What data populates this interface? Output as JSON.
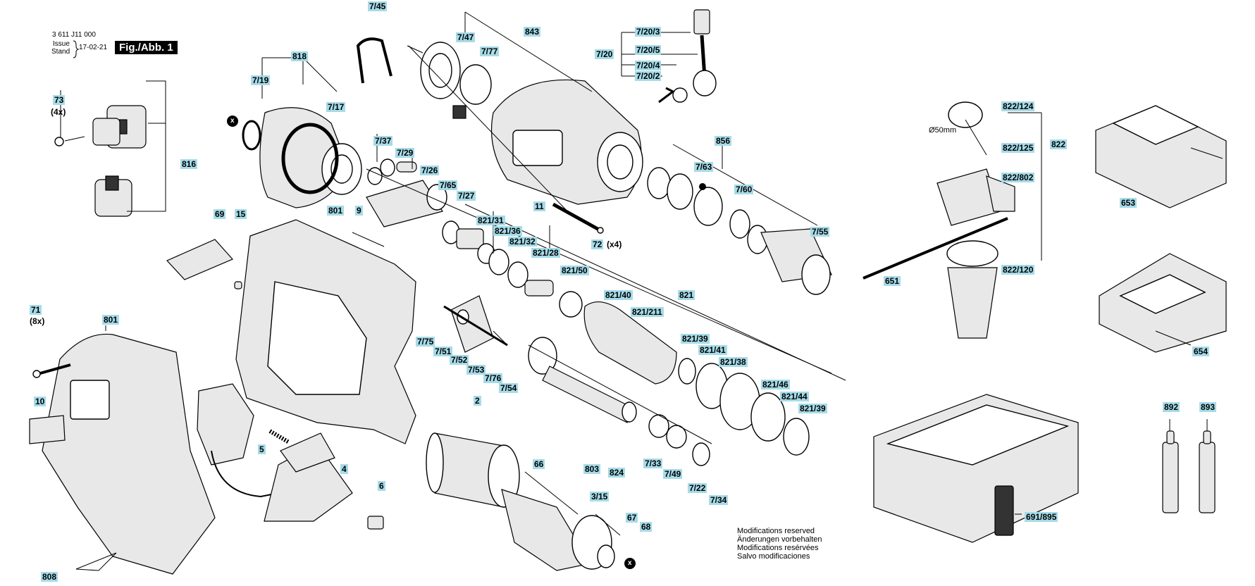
{
  "header": {
    "doc_number": "3 611 J11 000",
    "issue_label": "Issue",
    "stand_label": "Stand",
    "date": "17-02-21",
    "figure_tag": "Fig./Abb. 1"
  },
  "notes": [
    "Modifications reserved",
    "Änderungen vorbehalten",
    "Modifications resérvées",
    "Salvo modificaciones"
  ],
  "labels": {
    "l745": "7/45",
    "l747": "7/47",
    "l777": "7/77",
    "l843": "843",
    "l7203": "7/20/3",
    "l720": "7/20",
    "l7205": "7/20/5",
    "l7204": "7/20/4",
    "l7202": "7/20/2",
    "l818": "818",
    "l719": "7/19",
    "l717": "7/17",
    "l73": "73",
    "l816": "816",
    "l737": "7/37",
    "l729": "7/29",
    "l726": "7/26",
    "l765": "7/65",
    "l727": "7/27",
    "l11": "11",
    "l856": "856",
    "l763": "7/63",
    "l760": "7/60",
    "l755": "7/55",
    "l72": "72",
    "l69": "69",
    "l15": "15",
    "l801a": "801",
    "l9": "9",
    "l82131": "821/31",
    "l82136": "821/36",
    "l82132": "821/32",
    "l82128": "821/28",
    "l82150": "821/50",
    "l82140": "821/40",
    "l821211": "821/211",
    "l821": "821",
    "l82139a": "821/39",
    "l82141": "821/41",
    "l82138": "821/38",
    "l82146": "821/46",
    "l82144": "821/44",
    "l82139b": "821/39",
    "l71": "71",
    "l801b": "801",
    "l775": "7/75",
    "l751": "7/51",
    "l752": "7/52",
    "l753": "7/53",
    "l776": "7/76",
    "l754": "7/54",
    "l10": "10",
    "l2": "2",
    "l5": "5",
    "l4": "4",
    "l6": "6",
    "l66": "66",
    "l803": "803",
    "l315": "3/15",
    "l824": "824",
    "l733": "7/33",
    "l749": "7/49",
    "l722": "7/22",
    "l734": "7/34",
    "l67": "67",
    "l68": "68",
    "l808": "808",
    "l822124": "822/124",
    "l822125": "822/125",
    "l822": "822",
    "l822802": "822/802",
    "l651": "651",
    "l822120": "822/120",
    "l653": "653",
    "l654": "654",
    "l892": "892",
    "l893": "893",
    "l691895": "691/895"
  },
  "plain_labels": {
    "qty4x": "(4x)",
    "qty8x": "(8x)",
    "qty72": "(x4)",
    "diameter": "Ø50mm",
    "x_mark": "x"
  }
}
